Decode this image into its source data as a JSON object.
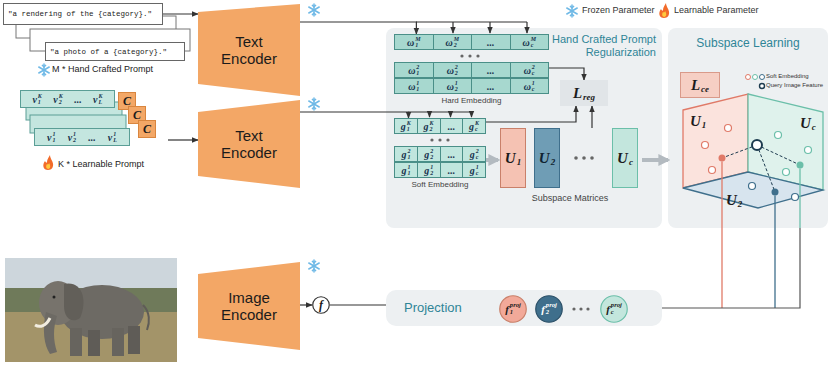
{
  "diagram": {
    "nodes": [
      {
        "text": [
          "M * Hand Crafted Prompt"
        ]
      },
      {
        "text": [
          "\"a rendering of the {category}.\""
        ],
        "in": 0
      },
      {
        "text": [
          "\"a photo of a {category}.\""
        ],
        "in": 0
      },
      {
        "text": [
          "Text Encoder"
        ]
      },
      {
        "text": [
          "K * Learnable Prompt"
        ]
      },
      {
        "text": [
          "v",
          "1",
          "K",
          "v",
          "2",
          "K",
          "...",
          "v",
          "L",
          "K"
        ],
        "in": 4
      },
      {
        "text": [
          "v",
          "1",
          "1",
          "v",
          "2",
          "1",
          "...",
          "v",
          "L",
          "1"
        ],
        "in": 4
      },
      {
        "text": [
          "C"
        ],
        "in": 4
      },
      {
        "text": [
          "C"
        ],
        "in": 4
      },
      {
        "text": [
          "C"
        ],
        "in": 4
      },
      {
        "text": [
          "Text Encoder"
        ]
      },
      {
        "text": [
          "Image Encoder"
        ]
      },
      {
        "text": [
          "f"
        ]
      },
      {
        "text": [
          "Hand Crafted Prompt Regularization"
        ]
      },
      {
        "text": [
          "Hard Embedding"
        ],
        "in": 13
      },
      {
        "text": [
          "ω",
          "1",
          "M",
          "ω",
          "2",
          "M",
          "...",
          "ω",
          "c",
          "M"
        ],
        "in": 14
      },
      {
        "text": [
          "ω",
          "1",
          "2",
          "ω",
          "2",
          "2",
          "...",
          "ω",
          "c",
          "2"
        ],
        "in": 14
      },
      {
        "text": [
          "ω",
          "1",
          "1",
          "ω",
          "2",
          "1",
          "...",
          "ω",
          "c",
          "1"
        ],
        "in": 14
      },
      {
        "text": [
          "L",
          "reg"
        ],
        "in": 13
      },
      {
        "text": [
          "Soft Embedding"
        ],
        "in": 13
      },
      {
        "text": [
          "g",
          "1",
          "K",
          "g",
          "2",
          "K",
          "...",
          "g",
          "c",
          "K"
        ],
        "in": 19
      },
      {
        "text": [
          "g",
          "1",
          "2",
          "g",
          "2",
          "2",
          "...",
          "g",
          "c",
          "2"
        ],
        "in": 19
      },
      {
        "text": [
          "g",
          "1",
          "1",
          "g",
          "2",
          "1",
          "...",
          "g",
          "c",
          "1"
        ],
        "in": 19
      },
      {
        "text": [
          "Subspace Matrices"
        ],
        "in": 13
      },
      {
        "text": [
          "U",
          "1"
        ],
        "in": 23
      },
      {
        "text": [
          "U",
          "2"
        ],
        "in": 23
      },
      {
        "text": [
          "U",
          "c"
        ],
        "in": 23
      },
      {
        "text": [
          "Subspace Learning"
        ]
      },
      {
        "text": [
          "L",
          "ce"
        ],
        "in": 27
      },
      {
        "text": [
          "Projection"
        ]
      },
      {
        "text": [
          "f",
          "1",
          "proj"
        ],
        "in": 29
      },
      {
        "text": [
          "f",
          "2",
          "proj"
        ],
        "in": 29
      },
      {
        "text": [
          "f",
          "c",
          "proj"
        ],
        "in": 29
      }
    ],
    "edges": [
      {
        "from": 1,
        "to": 3,
        "arrow": "to"
      },
      {
        "from": 3,
        "to": 14,
        "arrow": "to"
      },
      {
        "from": 4,
        "to": 10,
        "arrow": "to"
      },
      {
        "from": 10,
        "to": 19,
        "arrow": "to"
      },
      {
        "from": 11,
        "to": 12,
        "arrow": "to"
      },
      {
        "from": 12,
        "to": 29,
        "arrow": "none"
      },
      {
        "from": 14,
        "to": 18,
        "arrow": "to"
      },
      {
        "from": 19,
        "to": 18,
        "arrow": "to"
      },
      {
        "from": 23,
        "to": 18,
        "arrow": "to"
      },
      {
        "from": 19,
        "to": 23,
        "arrow": "to"
      },
      {
        "from": 23,
        "to": 27,
        "arrow": "to"
      },
      {
        "from": 29,
        "to": 27,
        "arrow": "none"
      }
    ],
    "labels": [
      "U",
      "1",
      "U",
      "2",
      "U",
      "c"
    ],
    "legend": [
      {
        "text": "Frozen Parameter"
      },
      {
        "text": "Learnable Parameter"
      },
      {
        "text": "Soft Embedding"
      },
      {
        "text": "Query Image Feature"
      }
    ]
  }
}
